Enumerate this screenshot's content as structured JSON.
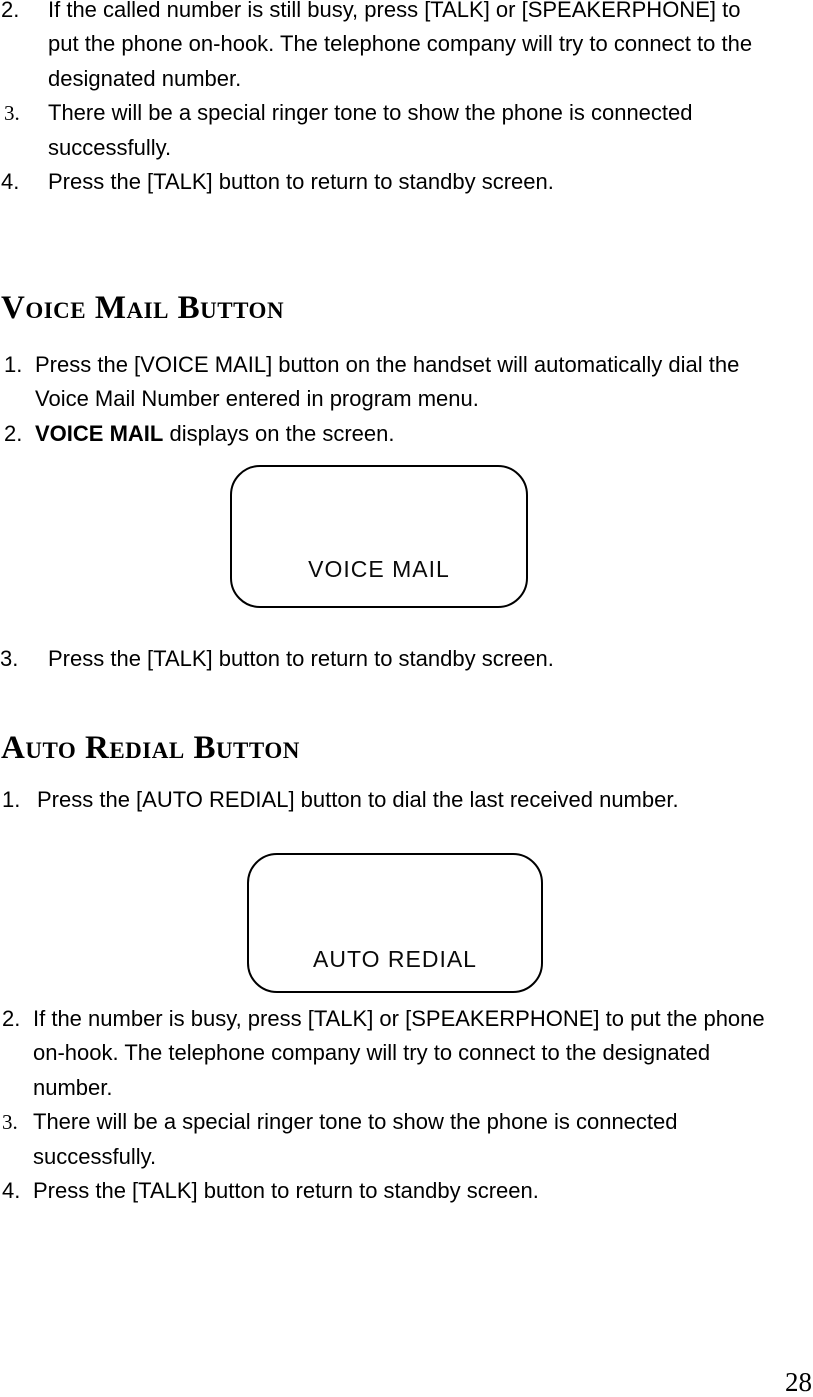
{
  "page": {
    "number": "28"
  },
  "redial_continued": {
    "items": [
      {
        "num": "2.",
        "lines": [
          "If the called number is still busy, press [TALK] or [SPEAKERPHONE] to",
          "put the phone on-hook. The telephone company will try to connect to the",
          "designated number."
        ]
      },
      {
        "num": "3.",
        "lines": [
          "There will be a special ringer tone to show the phone is connected",
          "successfully."
        ]
      },
      {
        "num": "4.",
        "lines": [
          "Press the [TALK] button to return to standby screen."
        ]
      }
    ]
  },
  "voice_mail": {
    "heading": "Voice Mail Button",
    "item1": {
      "num": "1.",
      "lines": [
        "Press the [VOICE MAIL] button on the handset will automatically dial the",
        "Voice Mail Number entered in program menu."
      ]
    },
    "item2": {
      "num": "2.",
      "bold": "VOICE MAIL",
      "rest": " displays on the screen."
    },
    "screen_label": "VOICE MAIL",
    "item3": {
      "num": "3.",
      "text": "Press the [TALK] button to return to standby screen."
    }
  },
  "auto_redial": {
    "heading": "Auto Redial Button",
    "item1": {
      "num": "1.",
      "text": "Press the [AUTO REDIAL] button to dial the last received number."
    },
    "screen_label": "AUTO REDIAL",
    "items": [
      {
        "num": "2.",
        "lines": [
          "If the number is busy, press [TALK] or [SPEAKERPHONE] to put the phone",
          "on-hook. The telephone company will try to connect to the designated",
          "number."
        ]
      },
      {
        "num": "3.",
        "lines": [
          "There will be a special ringer tone to show the phone is connected",
          "successfully."
        ]
      },
      {
        "num": "4.",
        "lines": [
          "Press the [TALK] button to return to standby screen."
        ]
      }
    ]
  }
}
